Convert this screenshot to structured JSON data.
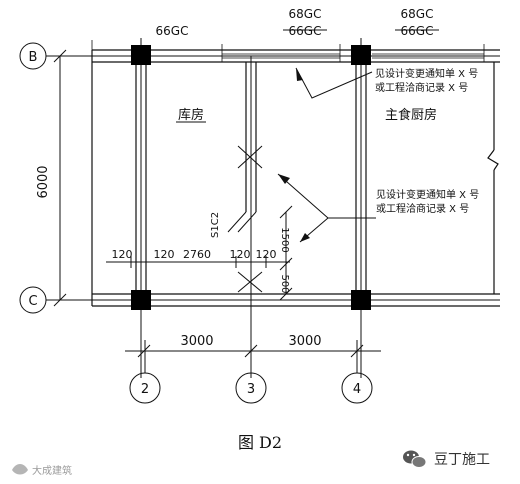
{
  "axes": {
    "B": "B",
    "C": "C",
    "n2": "2",
    "n3": "3",
    "n4": "4"
  },
  "rooms": {
    "storeroom": "库房",
    "kitchen": "主食厨房"
  },
  "wall_labels": {
    "w1_current": "66GC",
    "w2_new": "68GC",
    "w2_old": "66GC",
    "w3_new": "68GC",
    "w3_old": "66GC",
    "partition": "S1C2"
  },
  "notes": {
    "top_line1": "见设计变更通知单 X 号",
    "top_line2": "或工程洽商记录 X 号",
    "mid_line1": "见设计变更通知单 X 号",
    "mid_line2": "或工程洽商记录 X 号"
  },
  "dimensions": {
    "vertical": "6000",
    "d120a": "120",
    "d120b": "120",
    "d2760": "2760",
    "d120c": "120",
    "d120d": "120",
    "d1500": "1500",
    "d500": "500",
    "span1": "3000",
    "span2": "3000"
  },
  "caption": "图 D2",
  "watermark": "大成建筑",
  "brand": "豆丁施工"
}
